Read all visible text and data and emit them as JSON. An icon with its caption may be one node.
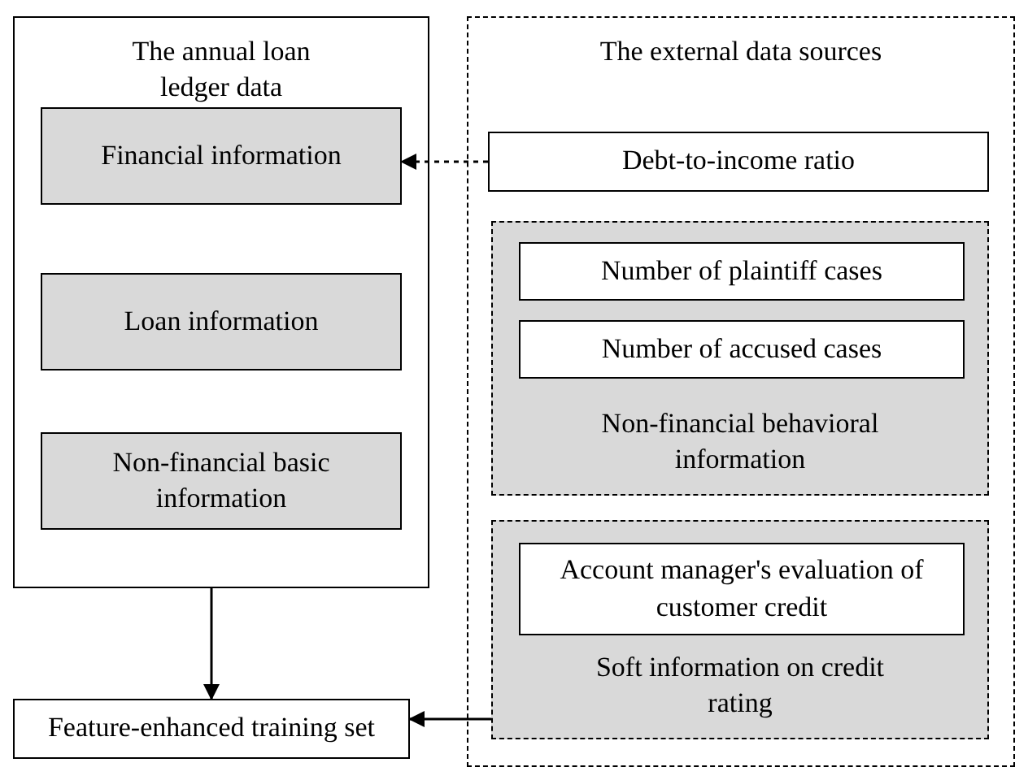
{
  "diagram": {
    "nodes": [
      {
        "text": [
          "The annual loan ledger data"
        ]
      },
      {
        "text": [
          "Financial information"
        ],
        "in": 0
      },
      {
        "text": [
          "Loan information"
        ],
        "in": 0
      },
      {
        "text": [
          "Non-financial basic information"
        ],
        "in": 0
      },
      {
        "text": [
          "The external data sources"
        ]
      },
      {
        "text": [
          "Debt-to-income ratio"
        ],
        "in": 4
      },
      {
        "text": [
          "Non-financial behavioral information"
        ],
        "in": 4
      },
      {
        "text": [
          "Number of plaintiff cases"
        ],
        "in": 6
      },
      {
        "text": [
          "Number of accused cases"
        ],
        "in": 6
      },
      {
        "text": [
          "Soft information on credit rating"
        ],
        "in": 4
      },
      {
        "text": [
          "Account manager's evaluation of customer credit"
        ],
        "in": 9
      },
      {
        "text": [
          "Feature-enhanced training set"
        ]
      }
    ],
    "edges": [
      {
        "from": 0,
        "to": 11,
        "arrow": "to"
      },
      {
        "from": 5,
        "to": 1,
        "arrow": "to",
        "style": "dashed"
      },
      {
        "from": 9,
        "to": 11,
        "arrow": "to"
      }
    ]
  }
}
